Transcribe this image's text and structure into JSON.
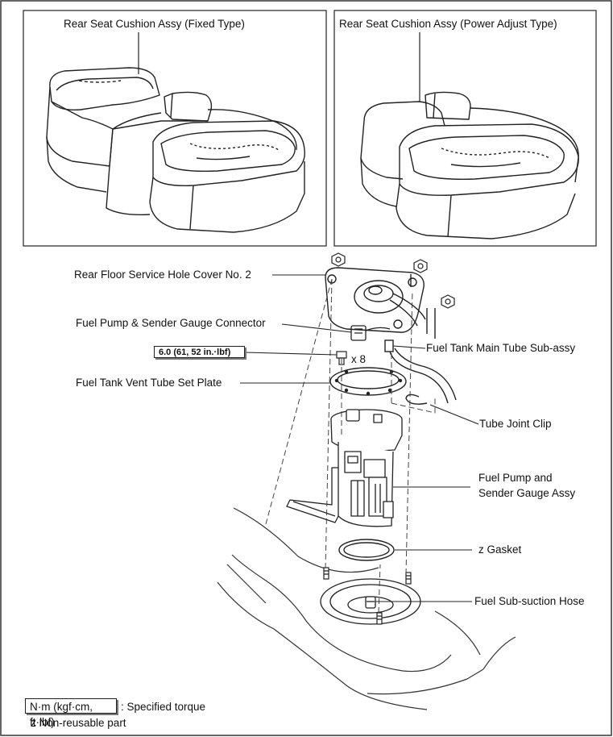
{
  "seat_panels": {
    "fixed_title": "Rear Seat Cushion Assy (Fixed Type)",
    "power_title": "Rear Seat Cushion Assy (Power Adjust Type)"
  },
  "callouts": {
    "service_hole_cover": "Rear Floor Service Hole Cover No. 2",
    "pump_connector": "Fuel Pump & Sender Gauge Connector",
    "torque_value": "6.0 (61, 52 in.·lbf)",
    "bolt_count": "x 8",
    "vent_plate": "Fuel Tank Vent Tube Set Plate",
    "main_tube": "Fuel Tank Main Tube Sub-assy",
    "joint_clip": "Tube Joint Clip",
    "pump_assy_line1": "Fuel Pump and",
    "pump_assy_line2": "Sender Gauge Assy",
    "gasket": "z Gasket",
    "sub_suction_hose": "Fuel Sub-suction Hose"
  },
  "legend": {
    "torque_unit_box": "N·m (kgf·cm, ft·lbf)",
    "torque_desc": ": Specified torque",
    "non_reusable": "z Non-reusable part"
  }
}
